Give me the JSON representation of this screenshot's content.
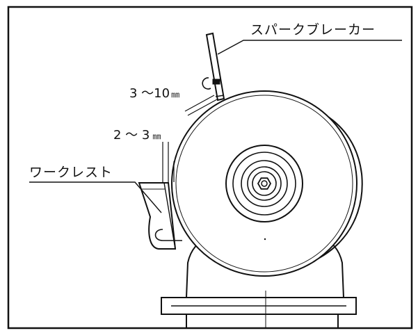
{
  "labels": {
    "spark_breaker": "スパークブレーカー",
    "work_rest": "ワークレスト"
  },
  "dimensions": {
    "upper": {
      "value": "3 ～10",
      "unit": "㎜"
    },
    "lower": {
      "value": "2 ～ 3",
      "unit": "㎜"
    }
  },
  "colors": {
    "line": "#111111",
    "background": "#ffffff"
  }
}
